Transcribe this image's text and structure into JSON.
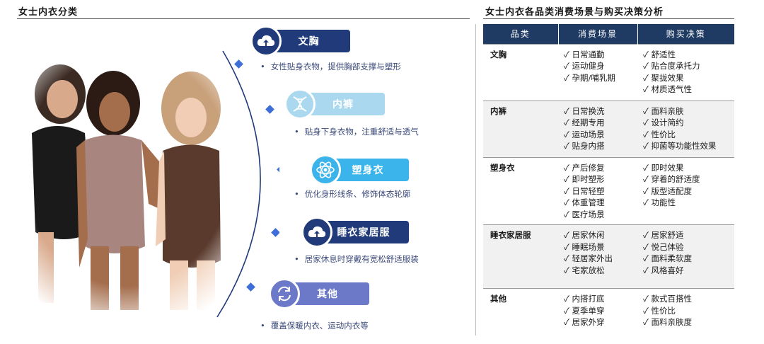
{
  "left": {
    "title": "女士内衣分类",
    "categories": [
      {
        "name": "文胸",
        "icon": "upload-cloud-icon",
        "desc": "女性贴身衣物，提供胸部支撑与塑形"
      },
      {
        "name": "内裤",
        "icon": "dna-icon",
        "desc": "贴身下身衣物，注重舒适与透气"
      },
      {
        "name": "塑身衣",
        "icon": "atom-icon",
        "desc": "优化身形线条、修饰体态轮廓"
      },
      {
        "name": "睡衣家居服",
        "icon": "upload-cloud-icon",
        "desc": "居家休息时穿戴有宽松舒适服装"
      },
      {
        "name": "其他",
        "icon": "refresh-icon",
        "desc": "覆盖保暖内衣、运动内衣等"
      }
    ]
  },
  "right": {
    "title": "女士内衣各品类消费场景与购买决策分析",
    "headers": [
      "品类",
      "消费场景",
      "购买决策"
    ],
    "rows": [
      {
        "cat": "文胸",
        "scenes": [
          "日常通勤",
          "运动健身",
          "孕期/哺乳期"
        ],
        "decisions": [
          "舒适性",
          "贴合度承托力",
          "聚拢效果",
          "材质透气性"
        ]
      },
      {
        "cat": "内裤",
        "scenes": [
          "日常换洗",
          "经期专用",
          "运动场景",
          "贴身内搭"
        ],
        "decisions": [
          "面料亲肤",
          "设计简约",
          "性价比",
          "抑菌等功能性效果"
        ]
      },
      {
        "cat": "塑身衣",
        "scenes": [
          "产后修复",
          "即时塑形",
          "日常轻塑",
          "体重管理",
          "医疗场景"
        ],
        "decisions": [
          "即时效果",
          "穿着的舒适度",
          "版型适配度",
          "功能性"
        ]
      },
      {
        "cat": "睡衣家居服",
        "scenes": [
          "居家休闲",
          "睡眠场景",
          "轻居家外出",
          "宅家放松"
        ],
        "decisions": [
          "居家舒适",
          "悦己体验",
          "面料柔软度",
          "风格喜好"
        ]
      },
      {
        "cat": "其他",
        "scenes": [
          "内搭打底",
          "夏季单穿",
          "居家外穿"
        ],
        "decisions": [
          "款式百搭性",
          "性价比",
          "面料亲肤度"
        ]
      }
    ]
  },
  "colors": {
    "navy": "#1f3b63",
    "dark_blue": "#203a7a",
    "light_blue": "#a9d8ef",
    "cyan": "#3ab4ea",
    "purple": "#6b79c8"
  }
}
